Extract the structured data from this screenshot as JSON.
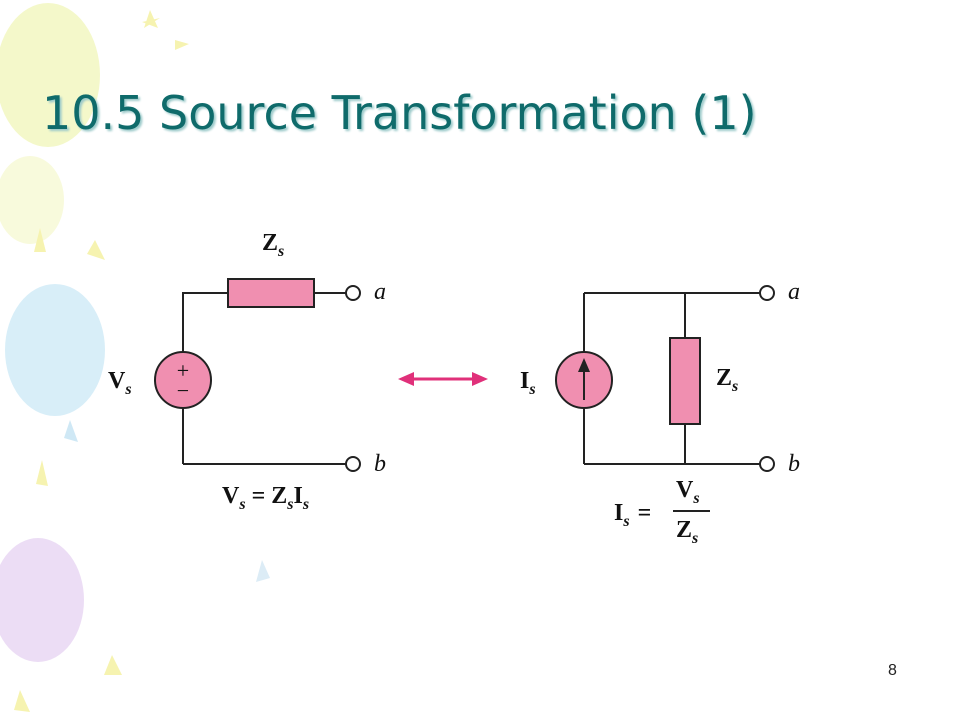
{
  "slide": {
    "title": "10.5 Source Transformation (1)",
    "page_number": "8"
  },
  "left_circuit": {
    "impedance_label": "Z",
    "impedance_sub": "s",
    "source_label": "V",
    "source_sub": "s",
    "plus": "+",
    "minus": "−",
    "terminal_a": "a",
    "terminal_b": "b",
    "equation": {
      "v": "V",
      "v_sub": "s",
      "eq": "=",
      "z": "Z",
      "z_sub": "s",
      "i": "I",
      "i_sub": "s"
    }
  },
  "right_circuit": {
    "source_label": "I",
    "source_sub": "s",
    "impedance_label": "Z",
    "impedance_sub": "s",
    "terminal_a": "a",
    "terminal_b": "b",
    "equation": {
      "i": "I",
      "i_sub": "s",
      "eq": "=",
      "num": "V",
      "num_sub": "s",
      "den": "Z",
      "den_sub": "s"
    }
  },
  "colors": {
    "title": "#0f6b6b",
    "component_fill": "#f08fb0",
    "arrow": "#e0307a",
    "wire": "#222222"
  }
}
